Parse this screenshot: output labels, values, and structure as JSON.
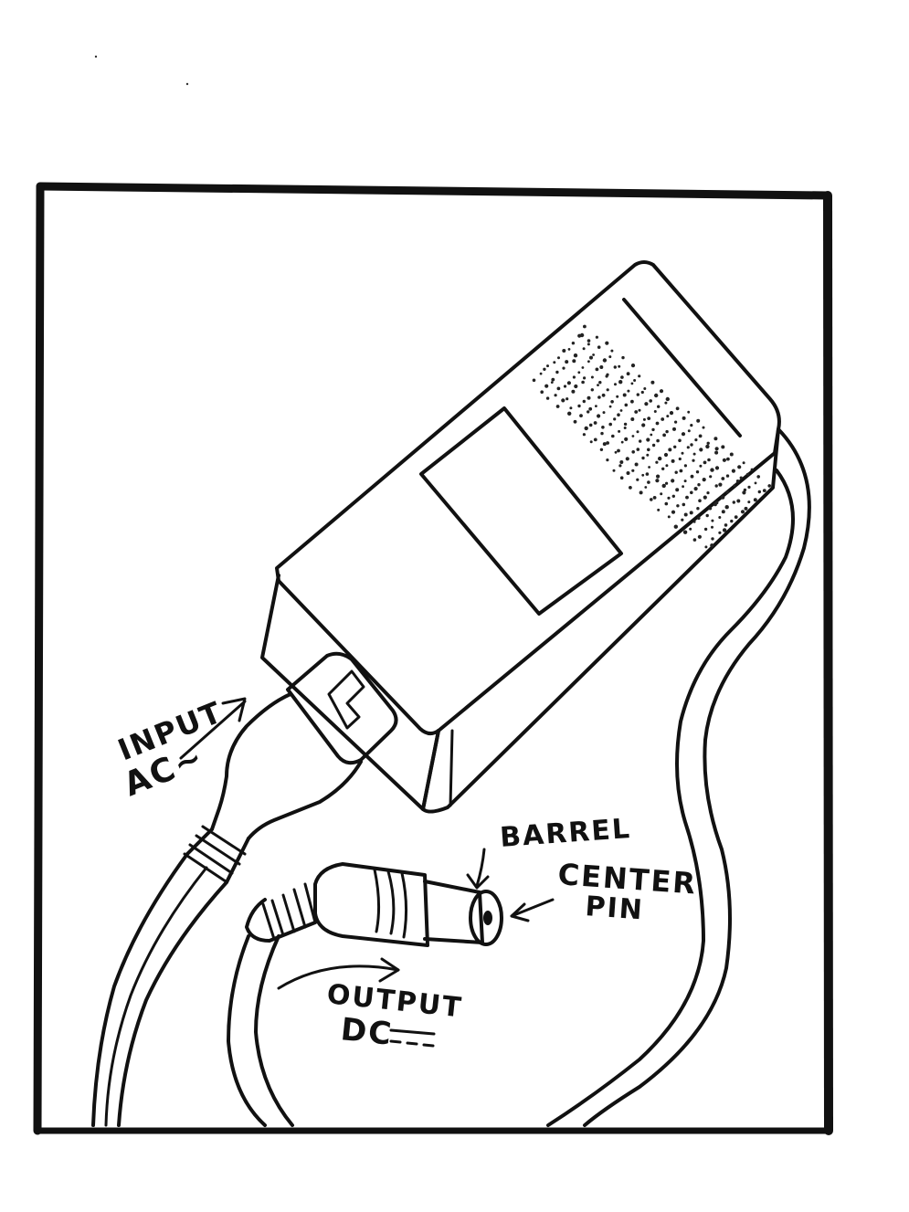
{
  "labels": {
    "input_line1": "INPUT",
    "input_line2": "AC~",
    "barrel": "BARREL",
    "center_line1": "CENTER",
    "center_line2": "PIN",
    "output_line1": "OUTPUT",
    "output_line2": "DC"
  },
  "colors": {
    "ink": "#111111",
    "paper": "#ffffff"
  }
}
